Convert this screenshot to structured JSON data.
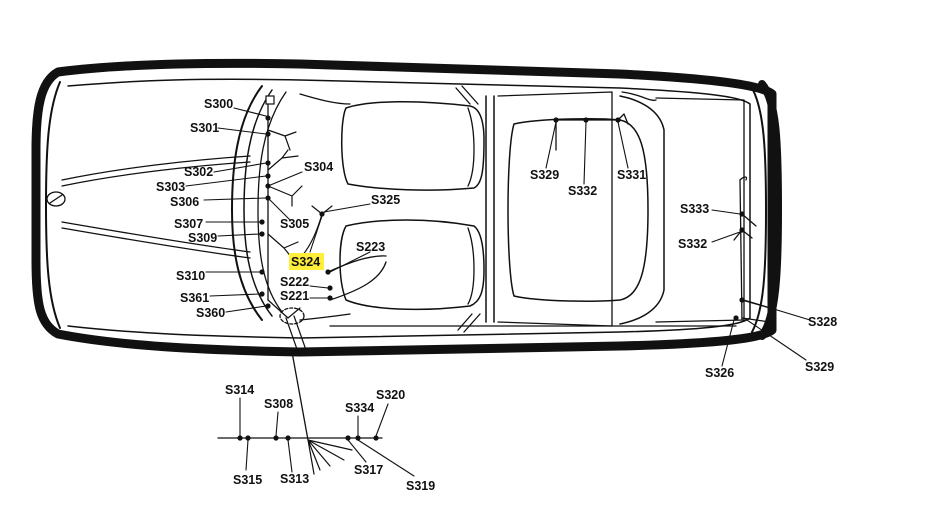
{
  "diagram": {
    "highlight_color": "#ffef3a",
    "ink_color": "#111111",
    "labels": {
      "s300": "S300",
      "s301": "S301",
      "s302": "S302",
      "s303": "S303",
      "s304": "S304",
      "s305": "S305",
      "s306": "S306",
      "s307": "S307",
      "s309": "S309",
      "s310": "S310",
      "s324": "S324",
      "s325": "S325",
      "s223": "S223",
      "s222": "S222",
      "s221": "S221",
      "s361": "S361",
      "s360": "S360",
      "s329_top": "S329",
      "s332_top": "S332",
      "s331": "S331",
      "s333": "S333",
      "s332_right": "S332",
      "s328": "S328",
      "s329_right": "S329",
      "s326": "S326",
      "s314": "S314",
      "s308": "S308",
      "s334": "S334",
      "s320": "S320",
      "s315": "S315",
      "s313": "S313",
      "s317": "S317",
      "s319": "S319"
    }
  }
}
